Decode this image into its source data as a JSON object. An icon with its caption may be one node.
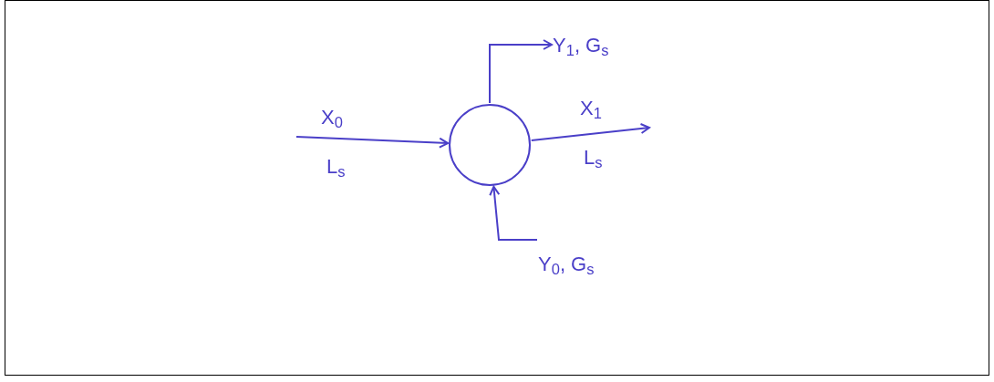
{
  "diagram": {
    "nodes": [
      {
        "text": [],
        "shape": "circle"
      },
      {
        "text": [
          "Y$_{1}$, G$_{s}$"
        ]
      },
      {
        "text": [
          "Y$_{0}$, G$_{s}$"
        ]
      }
    ],
    "edges": [
      {
        "from": null,
        "to": 0,
        "arrow": "to"
      },
      {
        "from": 0,
        "to": null,
        "arrow": "to"
      },
      {
        "from": 0,
        "to": 1,
        "arrow": "to"
      },
      {
        "from": 2,
        "to": 0,
        "arrow": "to"
      }
    ],
    "labels": [
      "X$_{0}$",
      "L$_{s}$",
      "X$_{1}$",
      "L$_{s}$"
    ]
  }
}
